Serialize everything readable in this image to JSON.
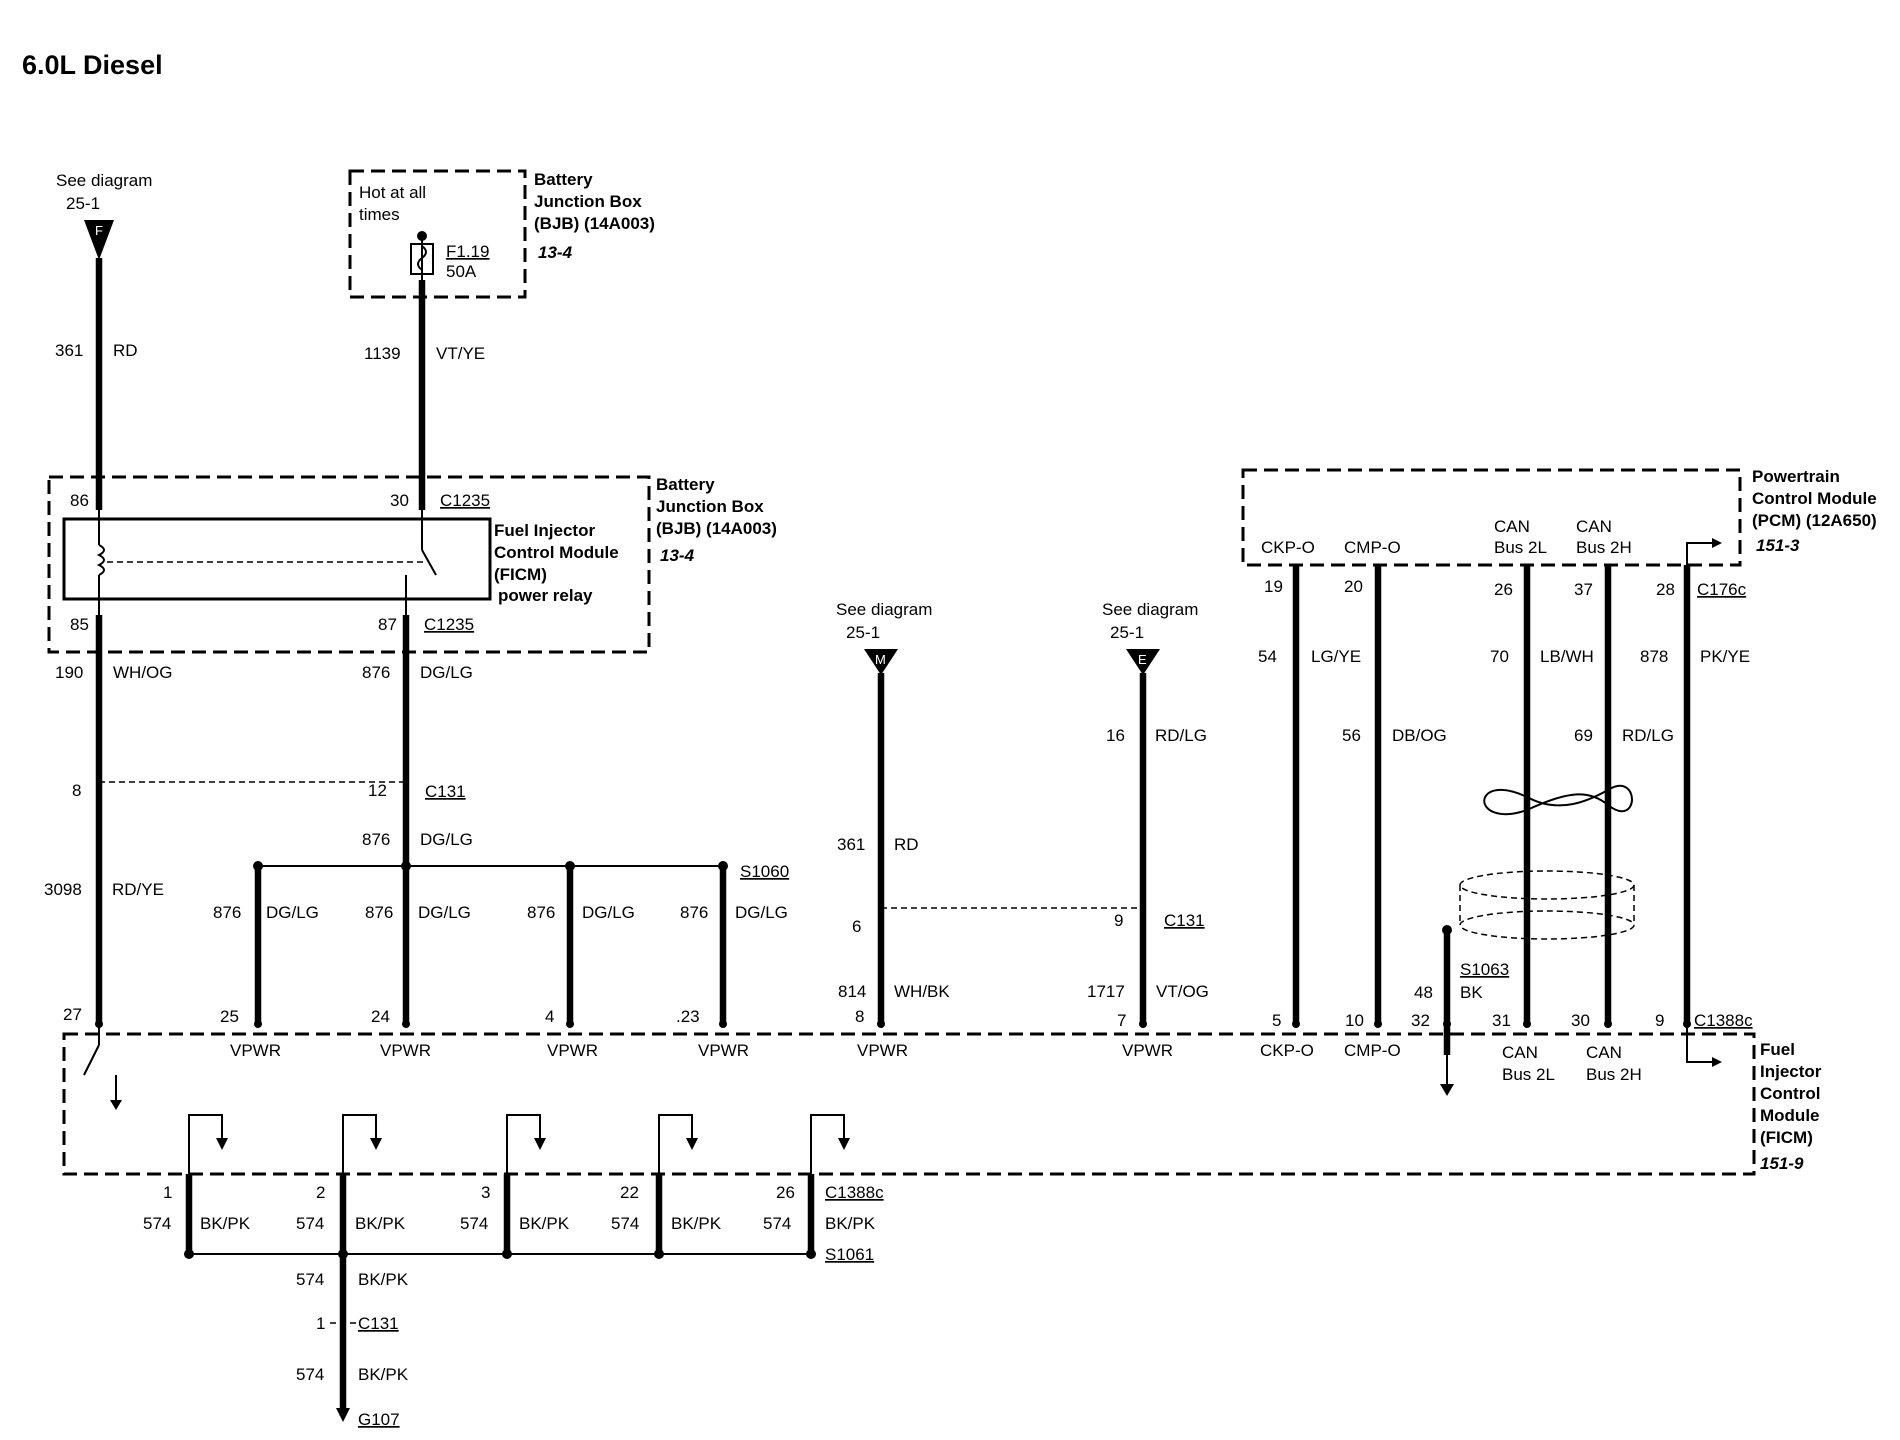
{
  "page_title": "6.0L Diesel",
  "diagram_refs": {
    "f": {
      "label": "See diagram",
      "ref": "25-1",
      "letter": "F"
    },
    "m": {
      "label": "See diagram",
      "ref": "25-1",
      "letter": "M"
    },
    "e": {
      "label": "See diagram",
      "ref": "25-1",
      "letter": "E"
    }
  },
  "bjb_fuse_box": {
    "hot_line1": "Hot at all",
    "hot_line2": "times",
    "fuse_id": "F1.19",
    "fuse_rating": "50A",
    "title_line1": "Battery",
    "title_line2": "Junction Box",
    "title_line3": "(BJB) (14A003)",
    "ref": "13-4"
  },
  "bjb_relay_box": {
    "title_line1": "Battery",
    "title_line2": "Junction Box",
    "title_line3": "(BJB) (14A003)",
    "ref": "13-4",
    "relay_line1": "Fuel Injector",
    "relay_line2": "Control Module",
    "relay_line3": "(FICM)",
    "relay_line4": "power relay",
    "pin86": "86",
    "pin30": "30",
    "pin85": "85",
    "pin87": "87",
    "conn_top": "C1235",
    "conn_bottom": "C1235"
  },
  "pcm": {
    "title_line1": "Powertrain",
    "title_line2": "Control Module",
    "title_line3": "(PCM) (12A650)",
    "ref": "151-3",
    "ckp": "CKP-O",
    "cmp": "CMP-O",
    "can_l1": "CAN",
    "can_l2": "Bus 2L",
    "can_h1": "CAN",
    "can_h2": "Bus 2H",
    "pins": {
      "ckp": "19",
      "cmp": "20",
      "canl": "26",
      "canh": "37",
      "p28": "28"
    },
    "conn": "C176c"
  },
  "ficm": {
    "title_line1": "Fuel",
    "title_line2": "Injector",
    "title_line3": "Control",
    "title_line4": "Module",
    "title_line5": "(FICM)",
    "ref": "151-9",
    "vpwr": "VPWR",
    "ckp": "CKP-O",
    "cmp": "CMP-O",
    "can_l1": "CAN",
    "can_l2": "Bus 2L",
    "can_h1": "CAN",
    "can_h2": "Bus 2H",
    "conn_top": "C1388c",
    "conn_bottom": "C1388c",
    "pins_top": {
      "p27": "27",
      "p25": "25",
      "p24": "24",
      "p4": "4",
      "p23": ".23",
      "p8": "8",
      "p7": "7",
      "p5": "5",
      "p10": "10",
      "p32": "32",
      "p31": "31",
      "p30": "30",
      "p9": "9"
    },
    "pins_bottom": {
      "p1": "1",
      "p2": "2",
      "p3": "3",
      "p22": "22",
      "p26": "26"
    }
  },
  "wires": {
    "w361a": {
      "num": "361",
      "color": "RD"
    },
    "w1139": {
      "num": "1139",
      "color": "VT/YE"
    },
    "w190": {
      "num": "190",
      "color": "WH/OG"
    },
    "w876a": {
      "num": "876",
      "color": "DG/LG"
    },
    "w876b": {
      "num": "876",
      "color": "DG/LG"
    },
    "w3098": {
      "num": "3098",
      "color": "RD/YE"
    },
    "w876c": {
      "num": "876",
      "color": "DG/LG"
    },
    "w876d": {
      "num": "876",
      "color": "DG/LG"
    },
    "w876e": {
      "num": "876",
      "color": "DG/LG"
    },
    "w876f": {
      "num": "876",
      "color": "DG/LG"
    },
    "w361b": {
      "num": "361",
      "color": "RD"
    },
    "w814": {
      "num": "814",
      "color": "WH/BK"
    },
    "w16": {
      "num": "16",
      "color": "RD/LG"
    },
    "w1717": {
      "num": "1717",
      "color": "VT/OG"
    },
    "w54": {
      "num": "54",
      "color": "LG/YE"
    },
    "w56": {
      "num": "56",
      "color": "DB/OG"
    },
    "w70": {
      "num": "70",
      "color": "LB/WH"
    },
    "w69": {
      "num": "69",
      "color": "RD/LG"
    },
    "w878": {
      "num": "878",
      "color": "PK/YE"
    },
    "w48": {
      "num": "48",
      "color": "BK"
    },
    "w574": {
      "num": "574",
      "color": "BK/PK"
    }
  },
  "connectors": {
    "c131a": {
      "pin_a": "8",
      "pin_b": "12",
      "name": "C131"
    },
    "c131b": {
      "pin_a": "6",
      "pin_b": "9",
      "name": "C131"
    },
    "c131c": {
      "pin": "1",
      "name": "C131"
    },
    "s1060": "S1060",
    "s1061": "S1061",
    "s1063": "S1063",
    "g107": "G107"
  }
}
